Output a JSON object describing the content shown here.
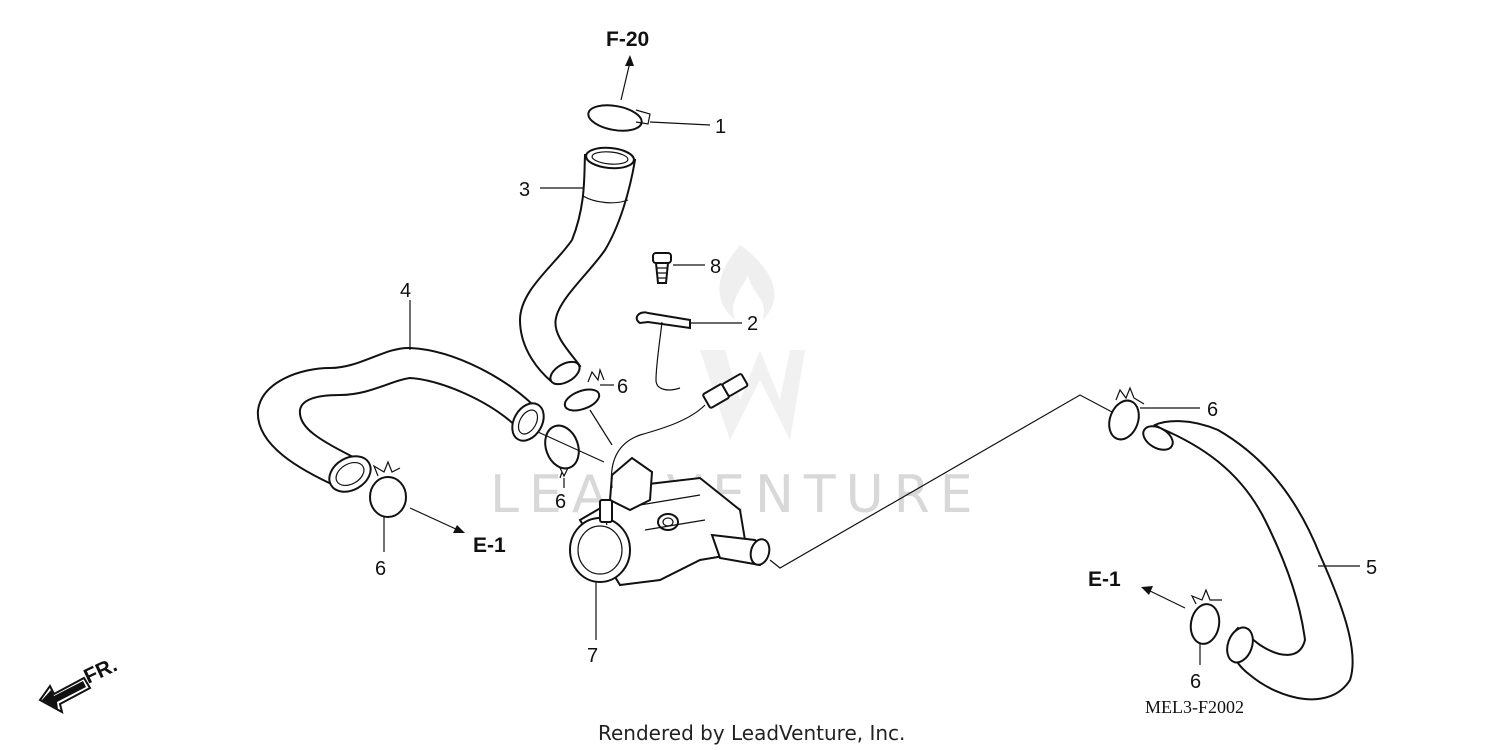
{
  "callouts": {
    "c1": "1",
    "c2": "2",
    "c3": "3",
    "c4": "4",
    "c5": "5",
    "c6a": "6",
    "c6b": "6",
    "c6c": "6",
    "c6d": "6",
    "c6e": "6",
    "c7": "7",
    "c8": "8"
  },
  "references": {
    "f20": "F-20",
    "e1_left": "E-1",
    "e1_right": "E-1",
    "front": "FR."
  },
  "diagram_code": "MEL3-F2002",
  "credit": "Rendered by LeadVenture, Inc.",
  "watermark": "LEADVENTURE",
  "colors": {
    "line": "#111111",
    "watermark": "#d8d8d8",
    "background": "#ffffff"
  }
}
